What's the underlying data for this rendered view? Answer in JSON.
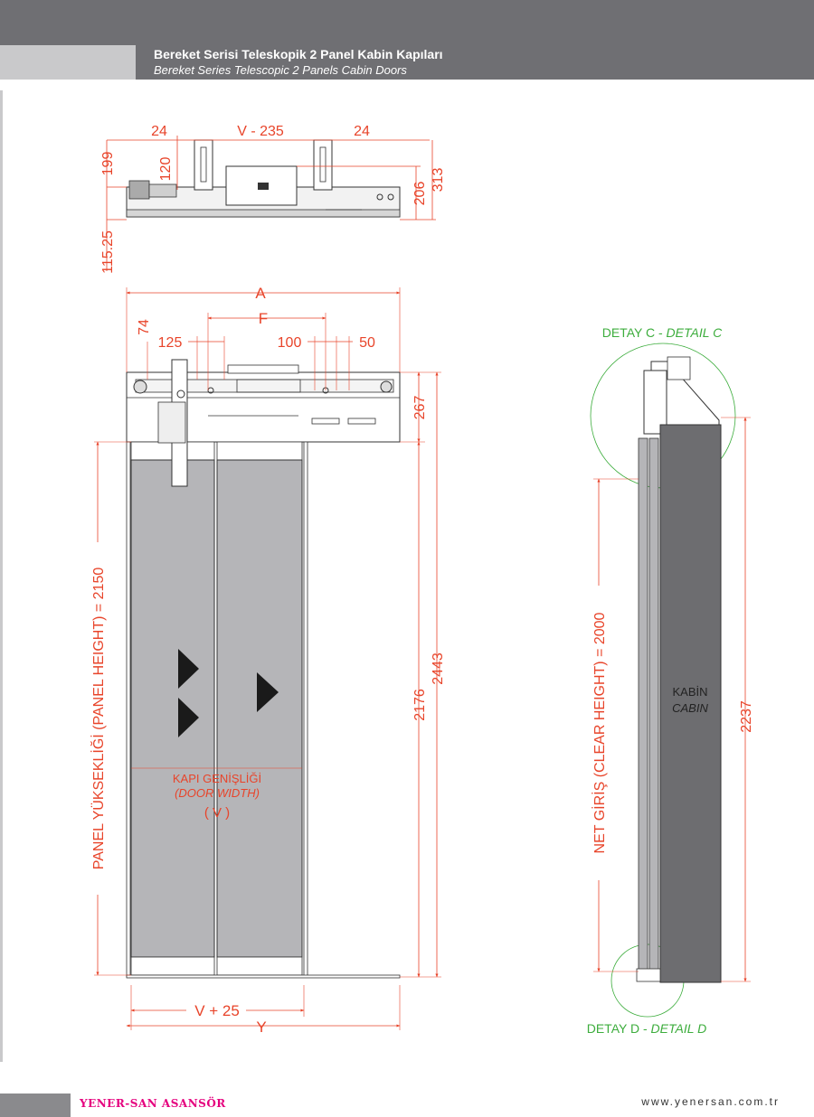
{
  "header": {
    "title_tr": "Bereket Serisi Teleskopik 2 Panel Kabin Kapıları",
    "title_en": "Bereket Series Telescopic 2 Panels Cabin Doors"
  },
  "top_view": {
    "dim_24_left": "24",
    "dim_v235": "V - 235",
    "dim_24_right": "24",
    "dim_199": "199",
    "dim_120": "120",
    "dim_206": "206",
    "dim_313": "313",
    "dim_11525": "115.25"
  },
  "front_view": {
    "dim_a": "A",
    "dim_f": "F",
    "dim_74": "74",
    "dim_125": "125",
    "dim_100": "100",
    "dim_50": "50",
    "dim_267": "267",
    "dim_2176": "2176",
    "dim_2443": "2443",
    "panel_height": "PANEL YÜKSEKLİĞİ (PANEL HEIGHT) = 2150",
    "door_width_tr": "KAPI GENİŞLİĞİ",
    "door_width_en": "(DOOR WIDTH)",
    "door_width_v": "( V )",
    "dim_v25": "V + 25",
    "dim_y": "Y"
  },
  "side_view": {
    "detail_c_tr": "DETAY C - ",
    "detail_c_en": "DETAIL C",
    "detail_d_tr": "DETAY D - ",
    "detail_d_en": "DETAIL D",
    "clear_height": "NET GİRİŞ (CLEAR HEIGHT) = 2000",
    "dim_2237": "2237",
    "cabin_tr": "KABİN",
    "cabin_en": "CABIN"
  },
  "footer": {
    "brand": "YENER-SAN ASANSÖR",
    "website": "www.yenersan.com.tr"
  },
  "colors": {
    "header": "#6f6f73",
    "dimension": "#e8442a",
    "detail": "#3dad3d",
    "panel": "#b5b5b8",
    "cabin": "#6d6d70",
    "brand": "#e5007e"
  }
}
